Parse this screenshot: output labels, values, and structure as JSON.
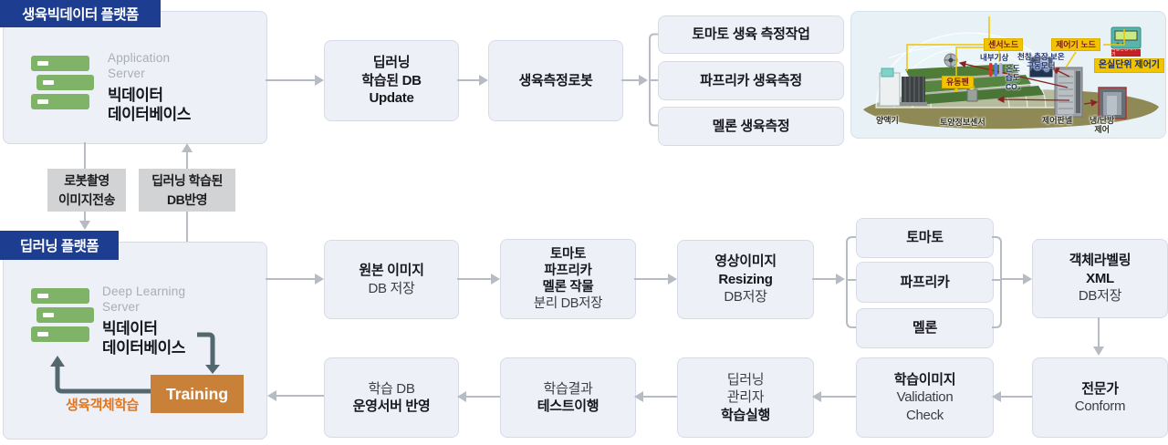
{
  "colors": {
    "accent_navy": "#1d3d91",
    "box_fill": "#eef0f8",
    "arrow_gray": "#b7bbc3",
    "training_orange": "#c9813a",
    "server_green": "#7eb368",
    "label_yellow": "#f2c400"
  },
  "platform_big_data": {
    "badge": "생육빅데이터 플랫폼",
    "server_type": "Application\nServer",
    "server_name": "빅데이터\n데이터베이스"
  },
  "platform_deep_learning": {
    "badge": "딥러닝 플랫폼",
    "server_type": "Deep Learning\nServer",
    "server_name": "빅데이터\n데이터베이스",
    "training": "Training",
    "training_caption": "생육객체학습"
  },
  "transfer": {
    "to_deep_learning": "로봇촬영\n이미지전송",
    "to_big_data": "딥러닝 학습된\nDB반영"
  },
  "flow_top": {
    "db_update": "딥러닝\n학습된 DB\nUpdate",
    "robot": "생육측정로봇",
    "tasks": [
      "토마토 생육 측정작업",
      "파프리카 생육측정",
      "멜론 생육측정"
    ]
  },
  "flow_mid": {
    "original": {
      "strong": "원본 이미지",
      "plain": "DB 저장"
    },
    "separation": {
      "strong": "토마토\n파프리카\n멜론 작물",
      "plain": "분리 DB저장"
    },
    "resizing": {
      "strong": "영상이미지\nResizing",
      "plain": "DB저장"
    },
    "crops": [
      "토마토",
      "파프리카",
      "멜론"
    ],
    "labeling": {
      "strong": "객체라벨링\nXML",
      "plain": "DB저장"
    }
  },
  "flow_bottom": {
    "expert": {
      "strong": "전문가",
      "plain": "Conform"
    },
    "validation": {
      "strong": "학습이미지",
      "plain": "Validation\nCheck"
    },
    "execute": {
      "plain": "딥러닝\n관리자",
      "strong": "학습실행"
    },
    "test": {
      "plain": "학습결과",
      "strong": "테스트이행"
    },
    "deploy": {
      "plain": "학습 DB",
      "strong": "운영서버 반영"
    }
  },
  "greenhouse": {
    "sensor_node": "센서노드",
    "controller_node": "제어기 노드",
    "flow_fan": "유동펜",
    "unit_controller": "온실단위 제어기",
    "device_caption": "복합환경제어기",
    "indoor_weather": "내부기상",
    "motors": "천창.측장.보온\n구동모터",
    "env_factors": "온도\n습도\nCO₂",
    "nutrient_machine": "양액기",
    "soil_sensor": "토양정보센서",
    "control_panel": "제어판넬",
    "hvac": "냉/난방\n제어"
  }
}
